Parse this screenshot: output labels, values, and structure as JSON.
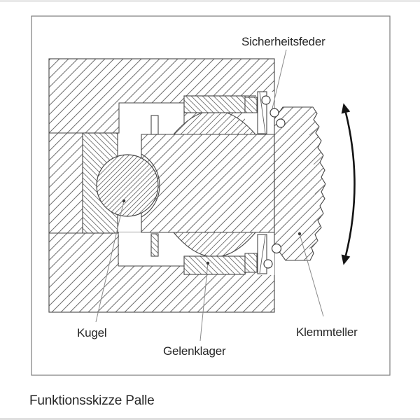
{
  "page": {
    "caption": "Funktionsskizze Palle"
  },
  "figure": {
    "labels": {
      "spring": "Sicherheitsfeder",
      "ball": "Kugel",
      "bearing": "Gelenklager",
      "clamp_plate": "Klemmteller"
    },
    "icons": {
      "rotation_arrow": "double-headed-curved-arrow"
    },
    "colors": {
      "background": "#ffffff",
      "frame": "#7d7d7d",
      "outline": "#454545",
      "hatch": "#6f6f6f",
      "arrow": "#141414",
      "leader": "#8a8a8a",
      "label_text": "#262626"
    }
  }
}
